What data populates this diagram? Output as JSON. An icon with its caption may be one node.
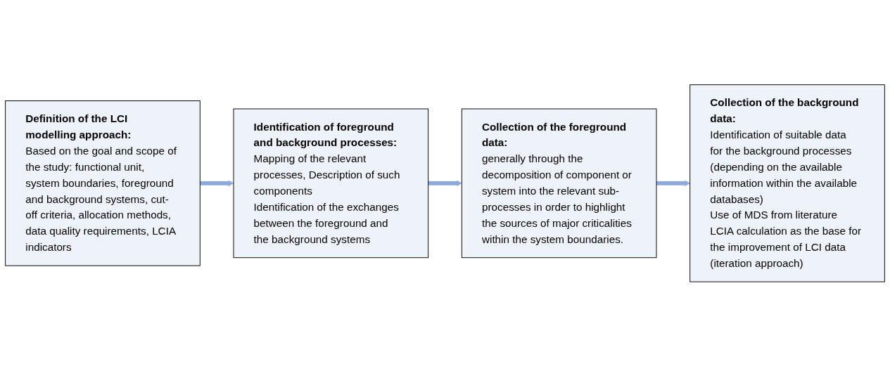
{
  "diagram": {
    "nodes": [
      {
        "text": [
          "Definition of the LCI modelling approach:",
          "Based on the goal and scope of the study: functional unit, system boundaries, foreground and background systems, cut-off criteria, allocation methods, data quality requirements, LCIA indicators"
        ]
      },
      {
        "text": [
          "Identification of foreground and background processes:",
          "Mapping of the relevant processes, Description of such components",
          "Identification of the exchanges between the foreground and the background systems"
        ]
      },
      {
        "text": [
          "Collection of the foreground data:",
          "generally through the decomposition of component or system into the relevant sub-processes in order to highlight the sources of major criticalities within the system boundaries."
        ]
      },
      {
        "text": [
          "Collection of the background data:",
          "Identification of suitable data for the background processes (depending on the available information within the available databases)",
          "Use of MDS from literature",
          "LCIA calculation as the base for the improvement of LCI data (iteration approach)"
        ]
      }
    ],
    "edges": [
      {
        "from": 0,
        "to": 1,
        "arrow": "to"
      },
      {
        "from": 1,
        "to": 2,
        "arrow": "to"
      },
      {
        "from": 2,
        "to": 3,
        "arrow": "to"
      }
    ]
  }
}
